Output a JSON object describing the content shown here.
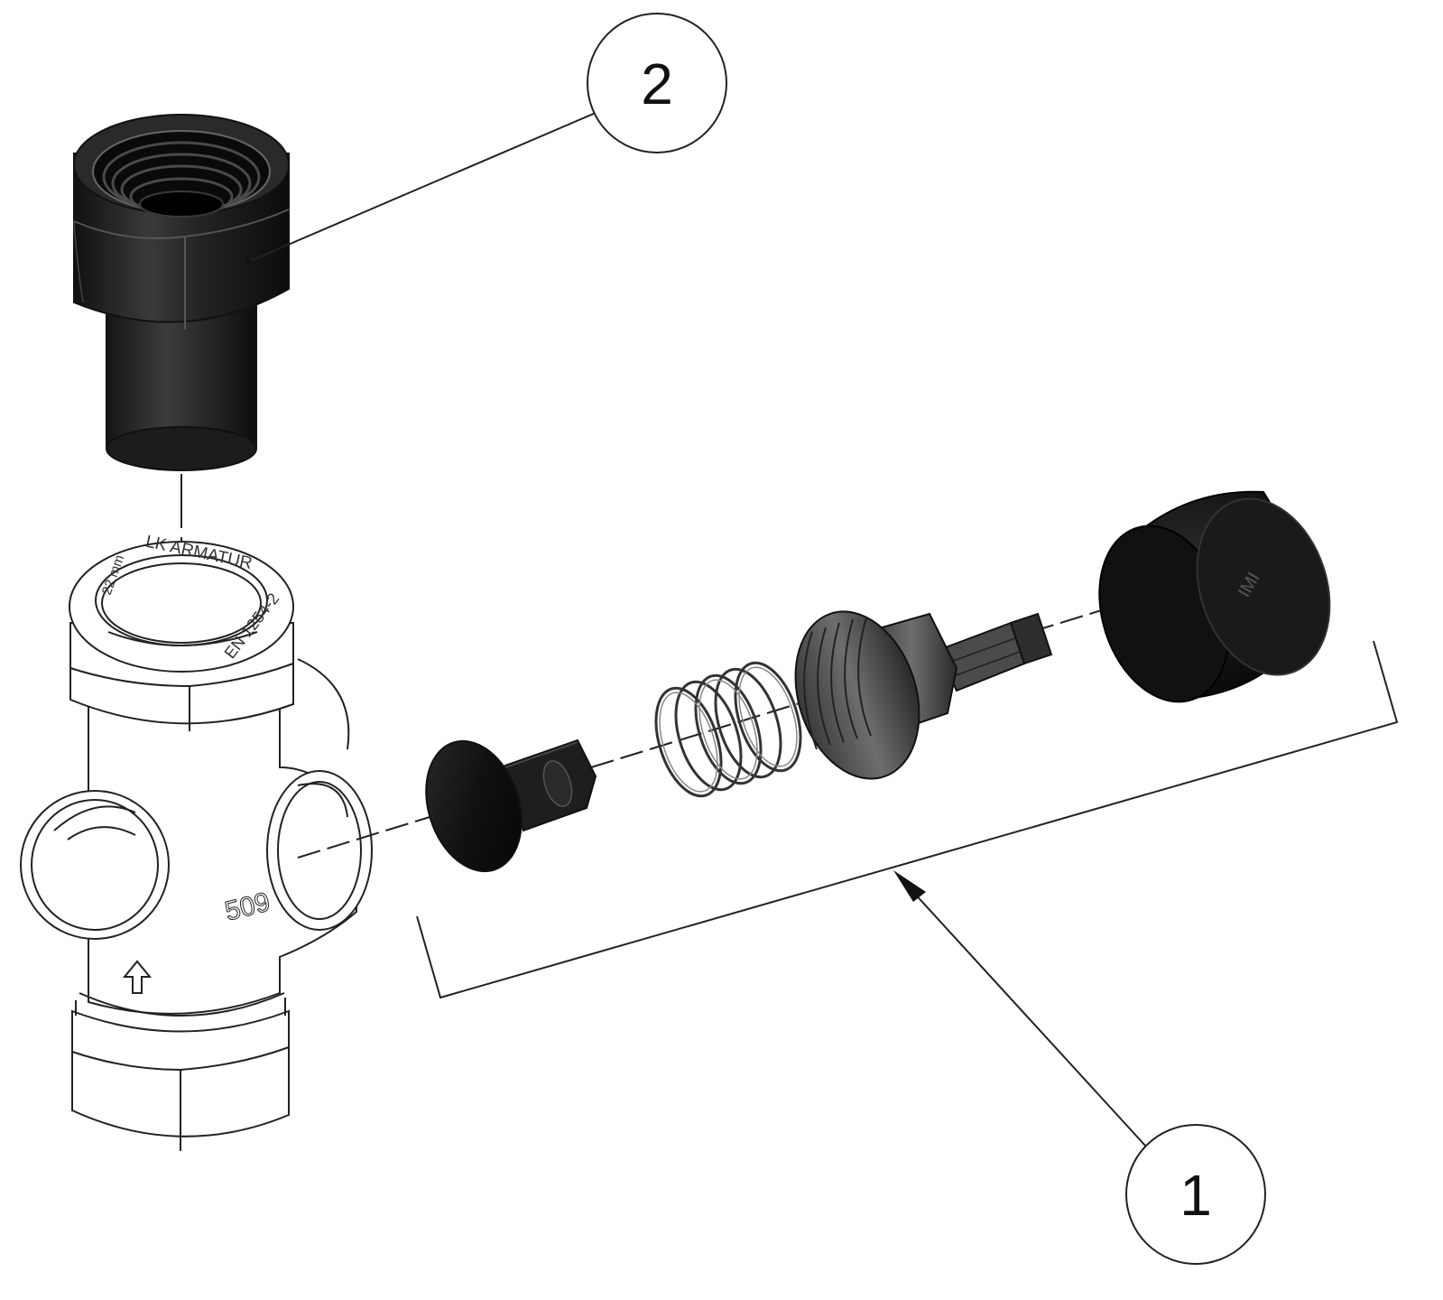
{
  "callouts": [
    {
      "id": "1",
      "label": "1"
    },
    {
      "id": "2",
      "label": "2"
    }
  ],
  "valve_markings": {
    "brand_ring": "LK ARMATUR",
    "standard_ring": "EN 1254-2",
    "size_ring": "22 mm",
    "model_number": "509",
    "flow_arrow": "arrow-up-icon"
  },
  "cap_marking": "IMI",
  "colors": {
    "outline": "#222222",
    "dark_part": "#1a1a1a",
    "mid_part": "#555555",
    "body": "#ffffff"
  }
}
